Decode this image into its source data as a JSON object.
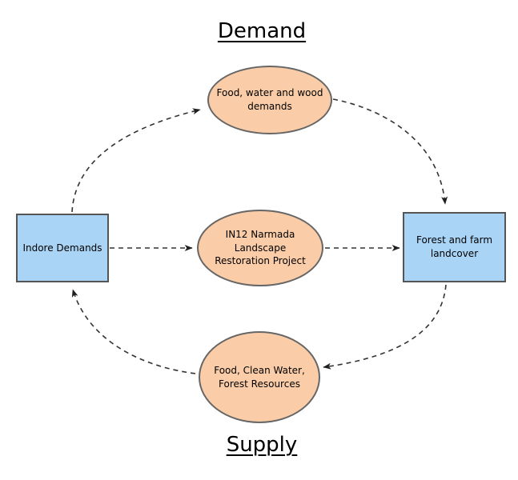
{
  "titles": {
    "demand": "Demand",
    "supply": "Supply"
  },
  "nodes": {
    "indore": {
      "shape": "rectangle",
      "lines": [
        "Indore Demands"
      ]
    },
    "forest": {
      "shape": "rectangle",
      "lines": [
        "Forest and farm",
        "landcover"
      ]
    },
    "demand_flow": {
      "shape": "ellipse",
      "lines": [
        "Food, water and wood",
        "demands"
      ]
    },
    "project": {
      "shape": "ellipse",
      "lines": [
        "IN12 Narmada Landscape",
        "Restoration Project"
      ]
    },
    "supply_flow": {
      "shape": "ellipse",
      "lines": [
        "Food, Clean Water,",
        "Forest Resources"
      ]
    }
  },
  "edges": [
    {
      "from": "Indore Demands",
      "to": "Food, water and wood demands",
      "style": "dashed",
      "arrow": "end"
    },
    {
      "from": "Food, water and wood demands",
      "to": "Forest and farm landcover",
      "style": "dashed",
      "arrow": "end"
    },
    {
      "from": "Indore Demands",
      "to": "IN12 Narmada Landscape Restoration Project",
      "style": "dashed",
      "arrow": "end"
    },
    {
      "from": "IN12 Narmada Landscape Restoration Project",
      "to": "Forest and farm landcover",
      "style": "dashed",
      "arrow": "end"
    },
    {
      "from": "Forest and farm landcover",
      "to": "Food, Clean Water, Forest Resources",
      "style": "dashed",
      "arrow": "end"
    },
    {
      "from": "Food, Clean Water, Forest Resources",
      "to": "Indore Demands",
      "style": "dashed",
      "arrow": "end"
    }
  ],
  "colors": {
    "background": "#FFFFFF",
    "ellipse_fill": "#FACDA8",
    "ellipse_border": "#666666",
    "rect_fill": "#A9D4F6",
    "rect_border": "#555555",
    "arrow": "#333333",
    "text": "#000000"
  }
}
